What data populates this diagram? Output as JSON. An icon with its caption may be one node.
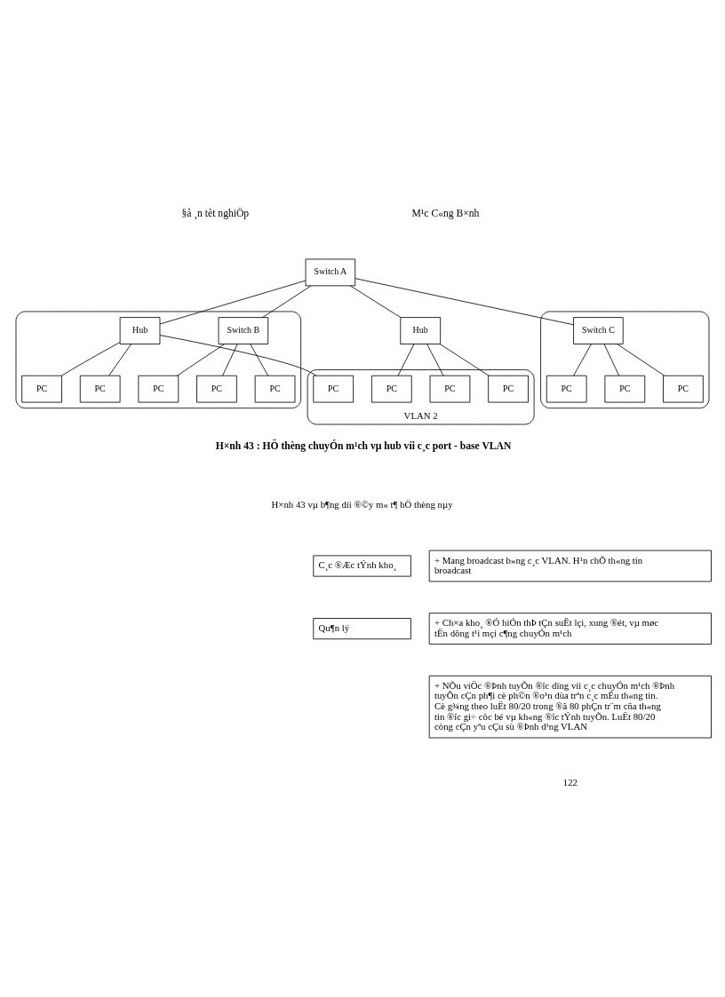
{
  "diagram": {
    "nodes": [
      {
        "text": [
          "Switch A"
        ]
      },
      {
        "text": [],
        "shape": "ellipse"
      },
      {
        "text": [
          "Switch B"
        ],
        "in": 1
      },
      {
        "text": [
          "PC"
        ],
        "in": 1
      },
      {
        "text": [
          "PC"
        ],
        "in": 1
      },
      {
        "text": [
          "Hub"
        ],
        "in": 1
      },
      {
        "text": [
          "PC"
        ],
        "in": 1
      },
      {
        "text": [
          "PC"
        ],
        "in": 1
      },
      {
        "text": [
          "PC"
        ],
        "in": 1
      },
      {
        "text": [
          "Hub"
        ]
      },
      {
        "text": [],
        "shape": "ellipse"
      },
      {
        "text": [
          "Switch C"
        ],
        "in": 10
      },
      {
        "text": [
          "PC"
        ],
        "in": 10
      },
      {
        "text": [
          "PC"
        ],
        "in": 10
      },
      {
        "text": [
          "PC"
        ],
        "in": 10
      },
      {
        "text": [
          "VLAN 2"
        ]
      },
      {
        "text": [
          "PC"
        ],
        "in": 15
      },
      {
        "text": [
          "PC"
        ],
        "in": 15
      },
      {
        "text": [
          "PC"
        ],
        "in": 15
      },
      {
        "text": [
          "PC"
        ],
        "in": 15
      }
    ],
    "edges": [
      {
        "from": 0,
        "to": 2,
        "arrow": "none"
      },
      {
        "from": 0,
        "to": 5,
        "arrow": "none"
      },
      {
        "from": 0,
        "to": 9,
        "arrow": "none"
      },
      {
        "from": 0,
        "to": 11,
        "arrow": "none"
      },
      {
        "from": 2,
        "to": 3,
        "arrow": "none"
      },
      {
        "from": 2,
        "to": 6,
        "arrow": "none"
      },
      {
        "from": 2,
        "to": 4,
        "arrow": "none"
      },
      {
        "from": 5,
        "to": 7,
        "arrow": "none"
      },
      {
        "from": 5,
        "to": 8,
        "arrow": "none"
      },
      {
        "from": 5,
        "to": 16,
        "arrow": "none"
      },
      {
        "from": 9,
        "to": 17,
        "arrow": "none"
      },
      {
        "from": 9,
        "to": 18,
        "arrow": "none"
      },
      {
        "from": 9,
        "to": 19,
        "arrow": "none"
      },
      {
        "from": 11,
        "to": 12,
        "arrow": "none"
      },
      {
        "from": 11,
        "to": 14,
        "arrow": "none"
      },
      {
        "from": 11,
        "to": 13,
        "arrow": "none"
      }
    ],
    "labels": [
      "§å ¸n tèt nghiÖp",
      "M¹c C«ng B×nh",
      "H×nh 43 : HÖ thèng chuyÓn m¹ch vµ hub víi c¸c port - base VLAN",
      "H×nh 43 vµ b¶ng díi ®©y m« t¶ hÖ thèng nµy",
      "C¸c ®Æc tÝnh kho¸",
      "+ Mang broadcast b»ng c¸c VLAN. H¹n chÕ th«ng tin broadcast",
      "Qu¶n lý",
      "+ Ch×a kho¸ ®Ó hiÓn thÞ tÇn suÊt lçi, xung ®ét, vµ møc tËn dông t¹i mçi c¶ng chuyÓn m¹ch",
      "+ NÕu viÖc ®Þnh tuyÕn ®îc dïng víi c¸c chuyÓn m¹ch ®Þnh tuyÕn cÇn ph¶i cè ph©n ®o¹n dùa trªn c¸c mÉu th«ng tin. Cè g¾ng theo luËt 80/20 trong ®ã 80 phÇn tr¨m cña th«ng tin ®îc gi÷ côc bé vµ kh«ng ®îc tÝnh tuyÕn. LuËt 80/20 còng cÇn yªu cÇu sù ®Þnh d¹ng VLAN",
      "122"
    ]
  }
}
